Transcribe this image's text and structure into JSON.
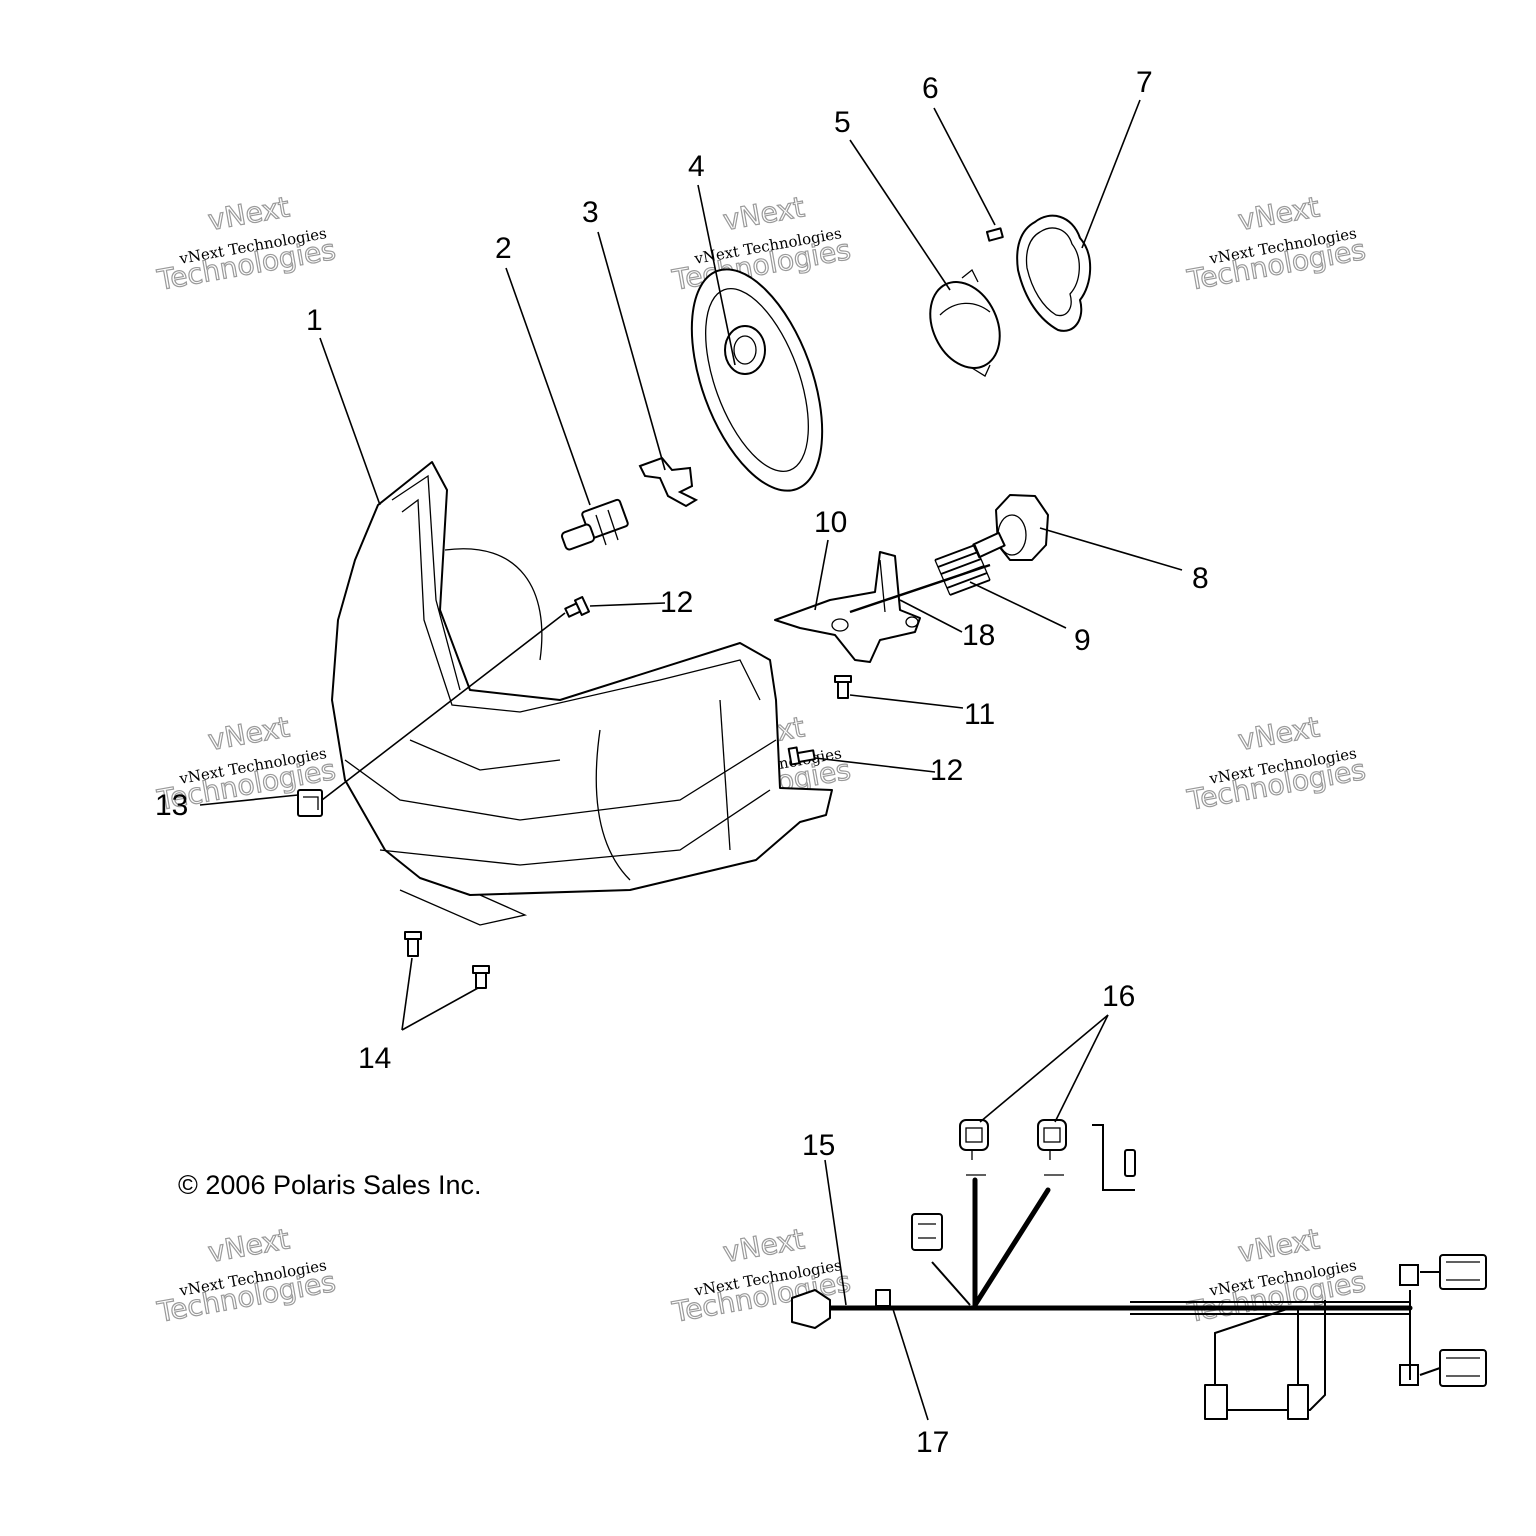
{
  "copyright": "© 2006 Polaris Sales Inc.",
  "watermark": {
    "line1": "vNext Technologies",
    "line2": "vNext",
    "line3": "Technologies"
  },
  "callouts": {
    "c1": "1",
    "c2": "2",
    "c3": "3",
    "c4": "4",
    "c5": "5",
    "c6": "6",
    "c7": "7",
    "c8": "8",
    "c9": "9",
    "c10": "10",
    "c11": "11",
    "c12a": "12",
    "c12b": "12",
    "c13": "13",
    "c14": "14",
    "c15": "15",
    "c16": "16",
    "c17": "17",
    "c18": "18"
  },
  "colors": {
    "line": "#000000",
    "background": "#ffffff",
    "watermark": "#9a9a9a"
  }
}
